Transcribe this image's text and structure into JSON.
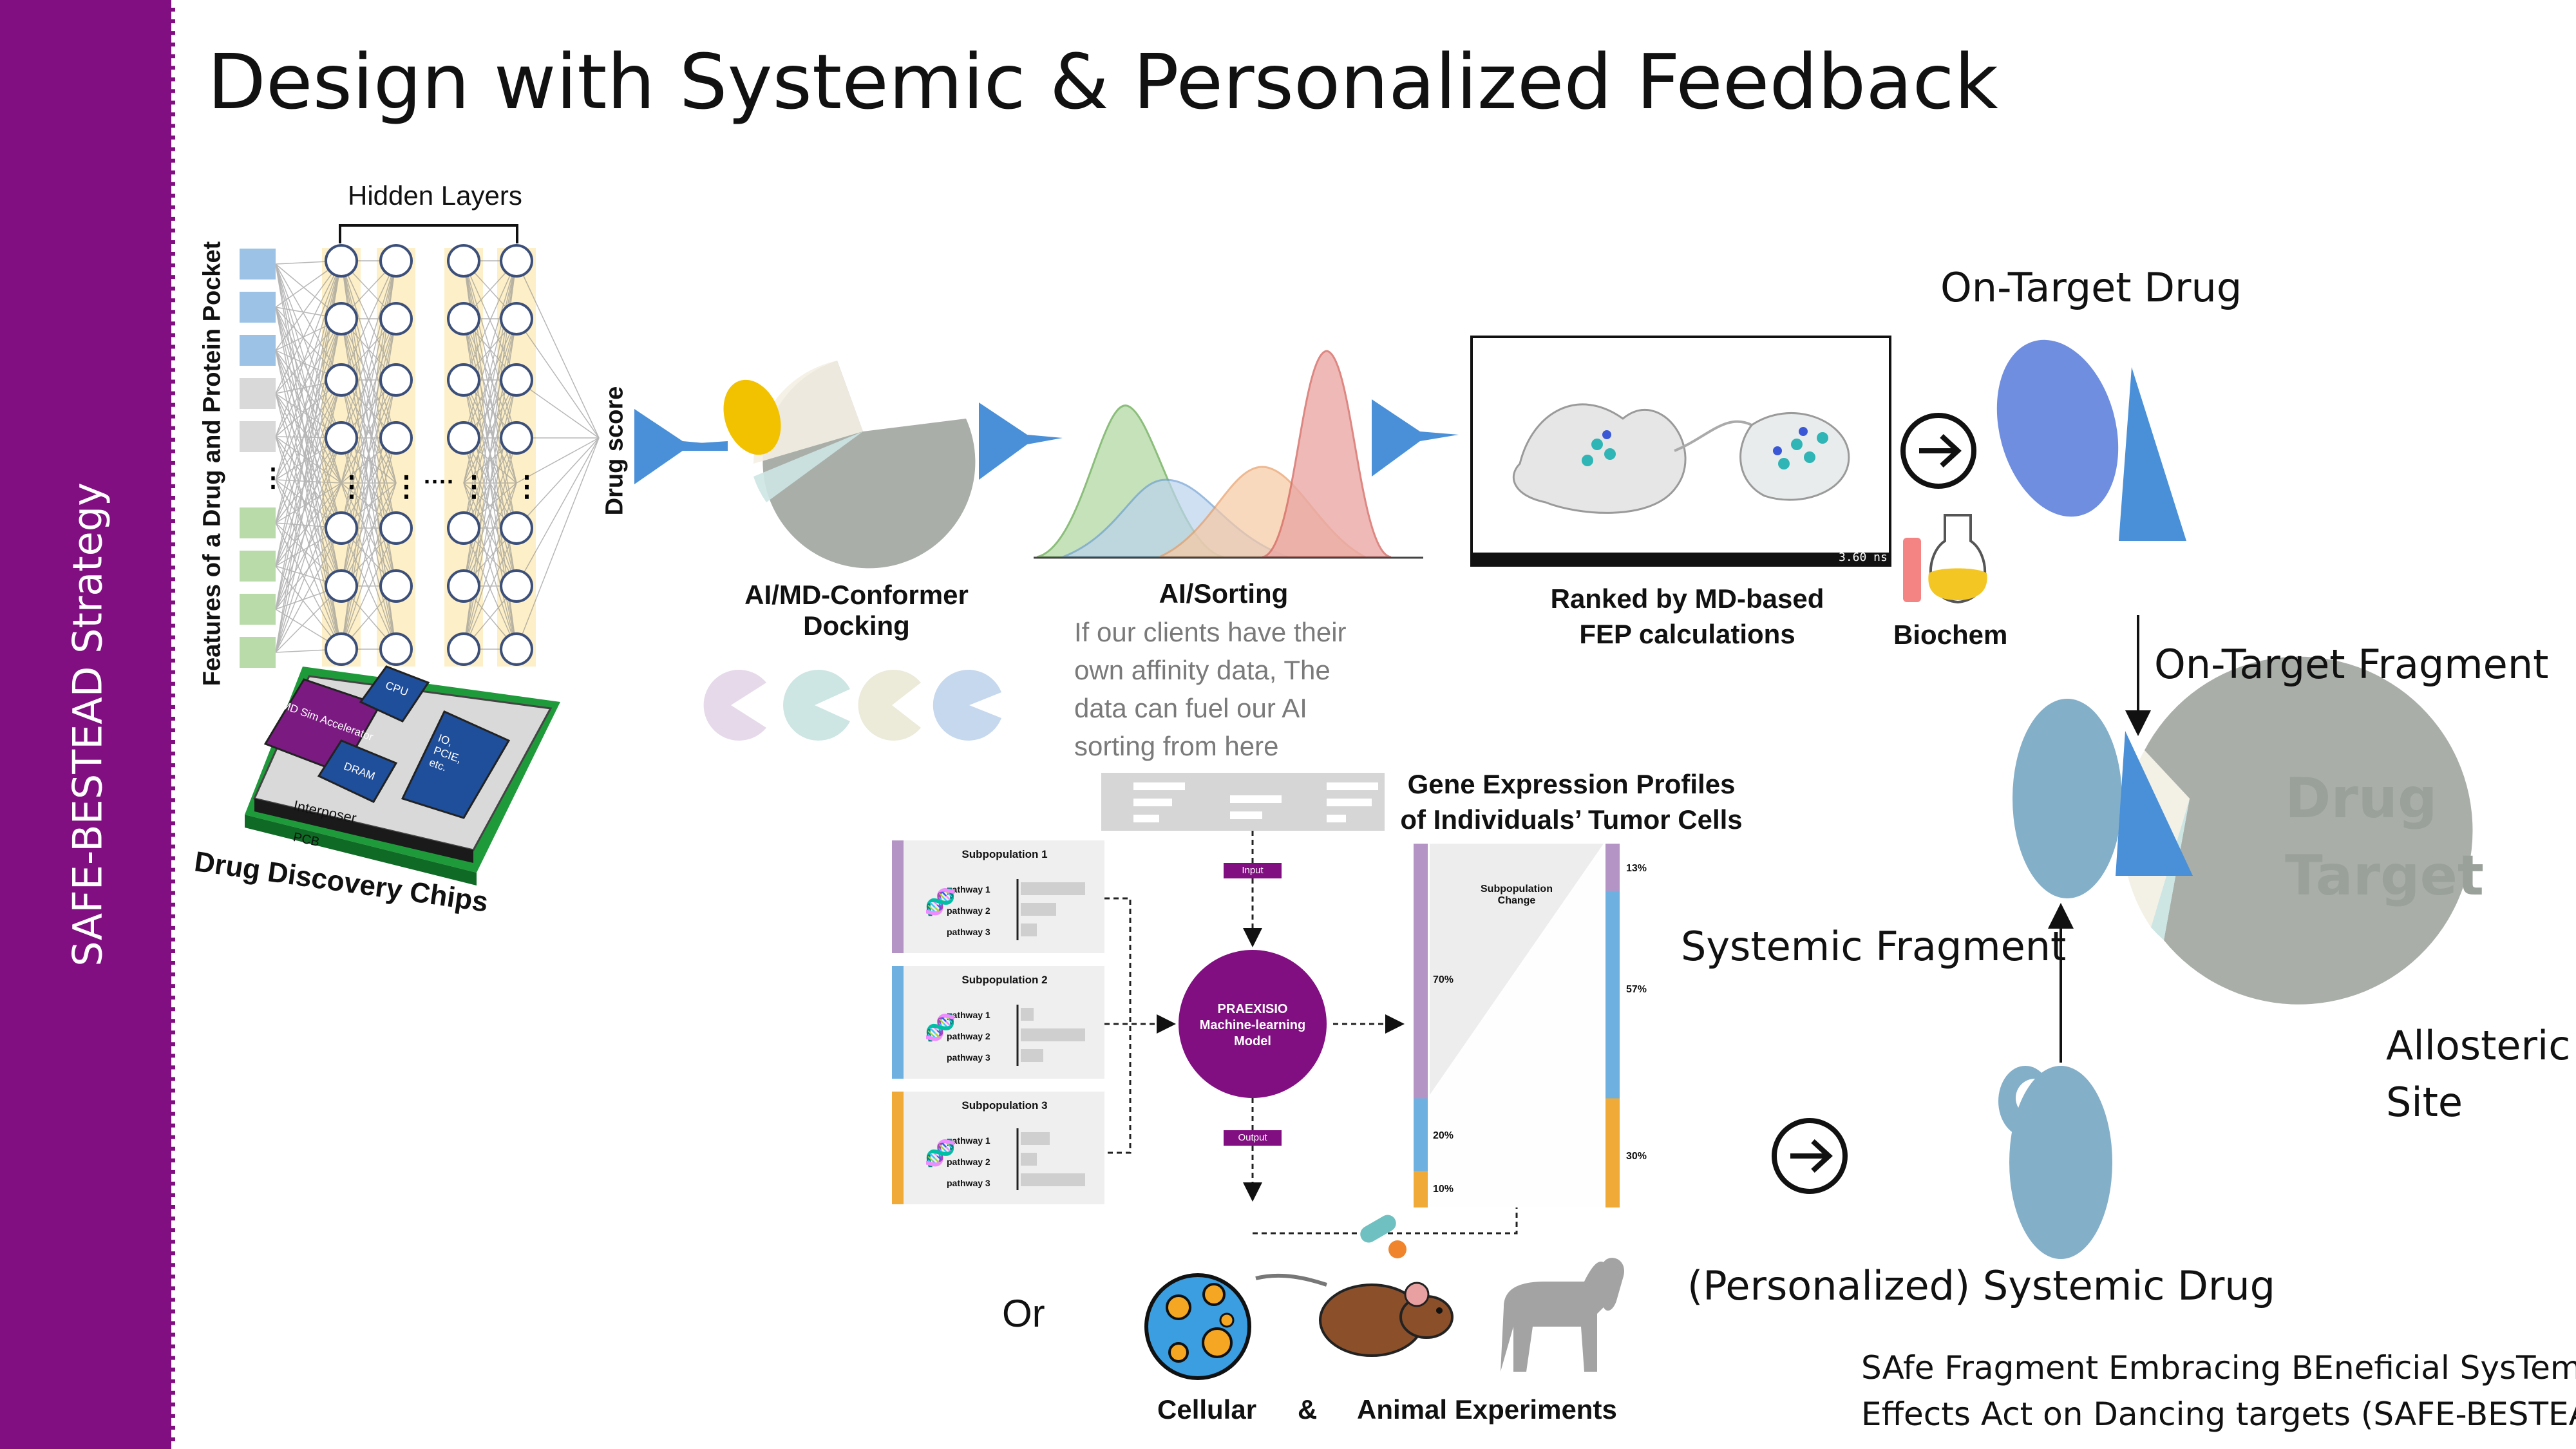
{
  "slide": {
    "title": "Design with Systemic & Personalized Feedback",
    "sidebar_label": "SAFE-BESTEAD Strategy"
  },
  "nn": {
    "hidden_layers": "Hidden Layers",
    "features_label": "Features of a Drug and Protein Pocket",
    "drug_score": "Drug score"
  },
  "chip": {
    "md_sim": "MD Sim Accelerator",
    "cpu": "CPU",
    "dram": "DRAM",
    "io": "IO, PCIE, etc.",
    "interposer": "Interposer",
    "pcb": "PCB",
    "caption": "Drug Discovery Chips"
  },
  "docking": {
    "line1": "AI/MD-Conformer",
    "line2": "Docking"
  },
  "sorting": {
    "title": "AI/Sorting",
    "note_lines": [
      "If our clients have their",
      "own affinity data, The",
      "data can fuel our AI",
      "sorting from here"
    ]
  },
  "fep": {
    "line1": "Ranked by MD-based",
    "line2": "FEP calculations",
    "timestamp": "3.60 ns"
  },
  "biochem": "Biochem",
  "gene": {
    "line1": "Gene Expression Profiles",
    "line2": "of Individuals’ Tumor Cells"
  },
  "subpops": [
    {
      "title": "Subpopulation 1",
      "pathways": [
        "pathway 1",
        "pathway 2",
        "pathway 3"
      ],
      "color": "#b394c4"
    },
    {
      "title": "Subpopulation 2",
      "pathways": [
        "pathway 1",
        "pathway 2",
        "pathway 3"
      ],
      "color": "#6eb1e1"
    },
    {
      "title": "Subpopulation 3",
      "pathways": [
        "pathway 1",
        "pathway 2",
        "pathway 3"
      ],
      "color": "#f0aa37"
    }
  ],
  "model": {
    "input": "Input",
    "output": "Output",
    "line1": "PRAEXISIO",
    "line2": "Machine-learning",
    "line3": "Model"
  },
  "bars": {
    "left": [
      {
        "label": "70%",
        "value": 70,
        "color": "#b394c4"
      },
      {
        "label": "20%",
        "value": 20,
        "color": "#6eb1e1"
      },
      {
        "label": "10%",
        "value": 10,
        "color": "#f0aa37"
      }
    ],
    "right": [
      {
        "label": "13%",
        "value": 13,
        "color": "#b394c4"
      },
      {
        "label": "57%",
        "value": 57,
        "color": "#6eb1e1"
      },
      {
        "label": "30%",
        "value": 30,
        "color": "#f0aa37"
      }
    ],
    "change_line1": "Subpopulation",
    "change_line2": "Change"
  },
  "experiments": {
    "or": "Or",
    "cellular": "Cellular",
    "amp": "&",
    "animal": "Animal Experiments"
  },
  "target": {
    "on_target_drug": "On-Target Drug",
    "on_target_fragment": "On-Target Fragment",
    "drug": "Drug",
    "target": "Target",
    "allosteric1": "Allosteric",
    "allosteric2": "Site",
    "systemic_fragment": "Systemic Fragment",
    "systemic_drug": "(Personalized) Systemic Drug"
  },
  "acronym": {
    "line1": "SAfe Fragment Embracing BEneficial SysTemic",
    "line2": "Effects Act on Dancing targets (SAFE-BESTEAD)"
  },
  "colors": {
    "purple": "#820f82",
    "blue_arrow": "#4a90d9",
    "target_gray": "#a9afa8"
  }
}
